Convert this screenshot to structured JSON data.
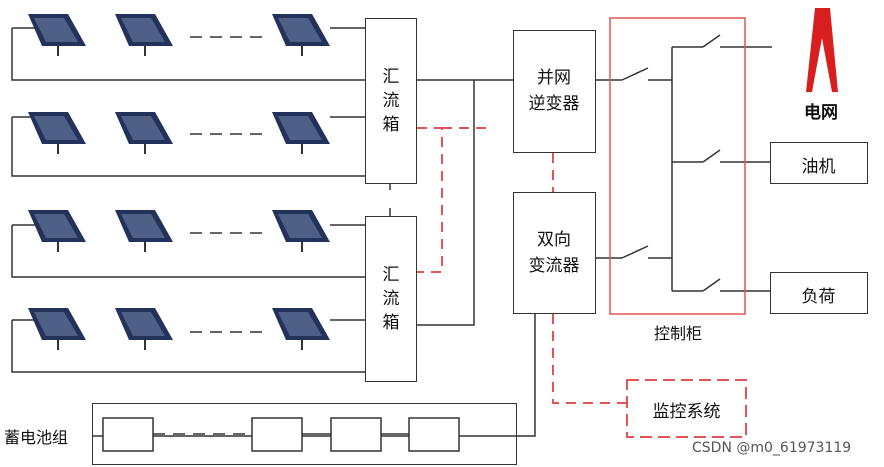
{
  "combiner_1": {
    "label": [
      "汇",
      "流",
      "箱"
    ]
  },
  "combiner_2": {
    "label": [
      "汇",
      "流",
      "箱"
    ]
  },
  "grid_inverter": {
    "label_line1": "并网",
    "label_line2": "逆变器"
  },
  "bidirectional_converter": {
    "label_line1": "双向",
    "label_line2": "变流器"
  },
  "control_cabinet": {
    "label": "控制柜"
  },
  "grid": {
    "label": "电网"
  },
  "diesel_generator": {
    "label": "油机"
  },
  "load": {
    "label": "负荷"
  },
  "monitoring_system": {
    "label": "监控系统"
  },
  "battery_bank": {
    "label": "蓄电池组"
  },
  "watermark": {
    "text": "CSDN @m0_61973119"
  },
  "colors": {
    "line": "#333333",
    "red": "#e05555",
    "tower": "#d81e1e",
    "panel_dark": "#23325a",
    "panel_light": "#7c8db3"
  }
}
